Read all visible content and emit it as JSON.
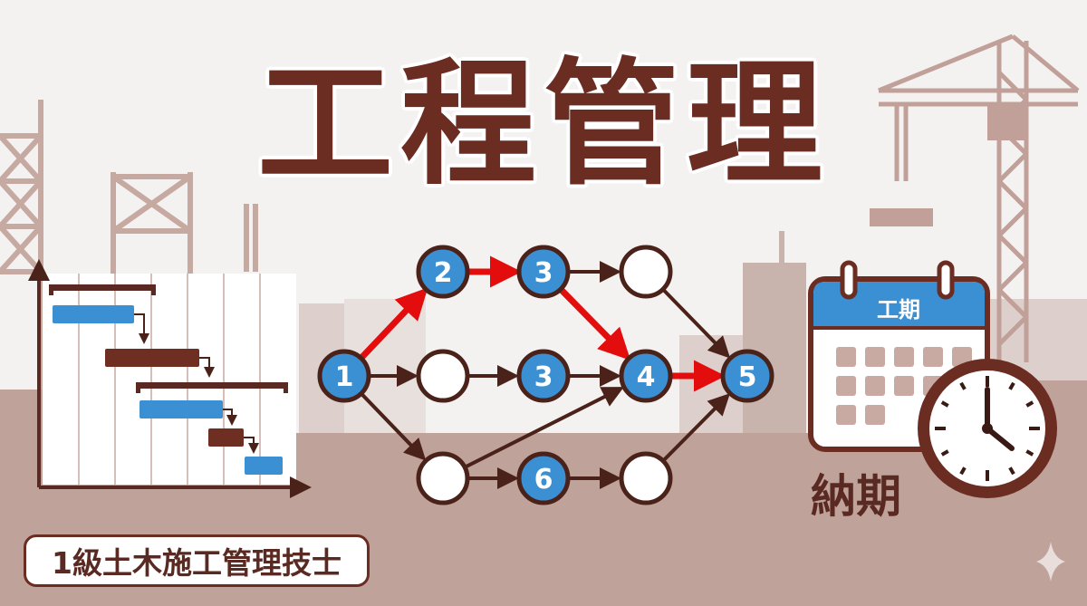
{
  "title": "工程管理",
  "badge": "1級土木施工管理技士",
  "calendar": {
    "header": "工期"
  },
  "deadline_label": "納期",
  "network": {
    "nodes": [
      {
        "id": "n1",
        "label": "1",
        "filled": true
      },
      {
        "id": "n2",
        "label": "2",
        "filled": true
      },
      {
        "id": "n3a",
        "label": "3",
        "filled": true
      },
      {
        "id": "na",
        "label": "",
        "filled": false
      },
      {
        "id": "nb",
        "label": "",
        "filled": false
      },
      {
        "id": "n3b",
        "label": "3",
        "filled": true
      },
      {
        "id": "n4",
        "label": "4",
        "filled": true
      },
      {
        "id": "n5",
        "label": "5",
        "filled": true
      },
      {
        "id": "nc",
        "label": "",
        "filled": false
      },
      {
        "id": "n6",
        "label": "6",
        "filled": true
      },
      {
        "id": "nd",
        "label": "",
        "filled": false
      }
    ],
    "edges": [
      {
        "from": "n1",
        "to": "n2",
        "critical": true
      },
      {
        "from": "n2",
        "to": "n3a",
        "critical": true
      },
      {
        "from": "n3a",
        "to": "n4",
        "critical": true
      },
      {
        "from": "n4",
        "to": "n5",
        "critical": true
      },
      {
        "from": "n3a",
        "to": "na",
        "critical": false
      },
      {
        "from": "na",
        "to": "n5",
        "critical": false
      },
      {
        "from": "n1",
        "to": "nb",
        "critical": false
      },
      {
        "from": "nb",
        "to": "n3b",
        "critical": false
      },
      {
        "from": "n3b",
        "to": "n4",
        "critical": false
      },
      {
        "from": "n1",
        "to": "nc",
        "critical": false
      },
      {
        "from": "nc",
        "to": "n4",
        "critical": false
      },
      {
        "from": "nc",
        "to": "n6",
        "critical": false
      },
      {
        "from": "n6",
        "to": "nd",
        "critical": false
      },
      {
        "from": "nd",
        "to": "n5",
        "critical": false
      }
    ]
  },
  "colors": {
    "brown": "#6b2c22",
    "blue": "#3a90d2",
    "critical": "#e40d0d",
    "ground": "#bfa39b",
    "silhouette": "#dcd0cc"
  }
}
